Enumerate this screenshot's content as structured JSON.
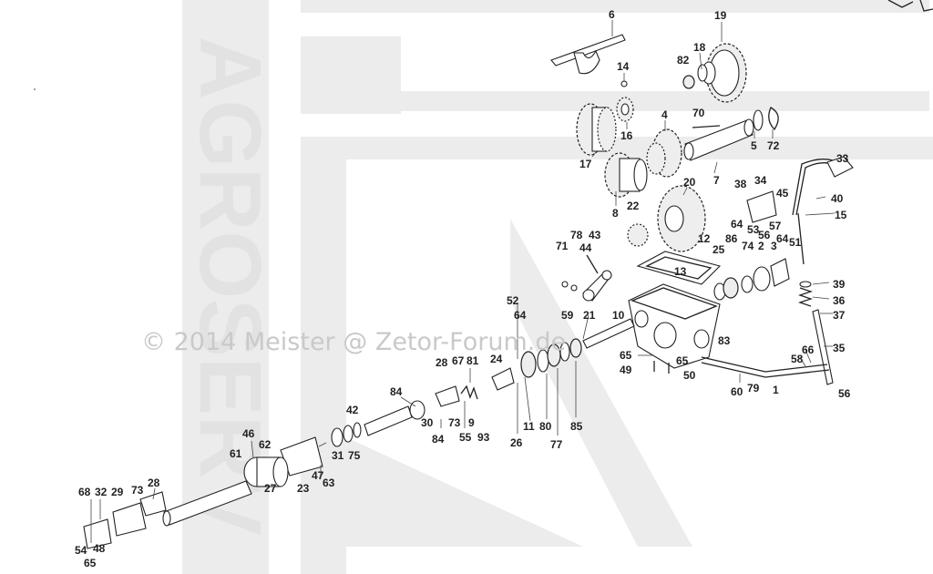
{
  "watermark": {
    "copyright": "© 2014 Meister @ Zetor-Forum.de",
    "vertical_text": "AGROSERV"
  },
  "callouts": [
    {
      "id": "c6",
      "text": "6"
    },
    {
      "id": "c19",
      "text": "19"
    },
    {
      "id": "c18",
      "text": "18"
    },
    {
      "id": "c82",
      "text": "82"
    },
    {
      "id": "c14",
      "text": "14"
    },
    {
      "id": "c16",
      "text": "16"
    },
    {
      "id": "c17",
      "text": "17"
    },
    {
      "id": "c4",
      "text": "4"
    },
    {
      "id": "c70",
      "text": "70"
    },
    {
      "id": "c5",
      "text": "5"
    },
    {
      "id": "c72",
      "text": "72"
    },
    {
      "id": "c7",
      "text": "7"
    },
    {
      "id": "c20",
      "text": "20"
    },
    {
      "id": "c8",
      "text": "8"
    },
    {
      "id": "c22",
      "text": "22"
    },
    {
      "id": "c33",
      "text": "33"
    },
    {
      "id": "c38",
      "text": "38"
    },
    {
      "id": "c34",
      "text": "34"
    },
    {
      "id": "c45",
      "text": "45"
    },
    {
      "id": "c40",
      "text": "40"
    },
    {
      "id": "c15",
      "text": "15"
    },
    {
      "id": "c64a",
      "text": "64"
    },
    {
      "id": "c53",
      "text": "53"
    },
    {
      "id": "c57",
      "text": "57"
    },
    {
      "id": "c56a",
      "text": "56"
    },
    {
      "id": "c86",
      "text": "86"
    },
    {
      "id": "c74",
      "text": "74"
    },
    {
      "id": "c64b",
      "text": "64"
    },
    {
      "id": "c12",
      "text": "12"
    },
    {
      "id": "c25",
      "text": "25"
    },
    {
      "id": "c2",
      "text": "2"
    },
    {
      "id": "c3",
      "text": "3"
    },
    {
      "id": "c51",
      "text": "51"
    },
    {
      "id": "c78",
      "text": "78"
    },
    {
      "id": "c43",
      "text": "43"
    },
    {
      "id": "c71",
      "text": "71"
    },
    {
      "id": "c44",
      "text": "44"
    },
    {
      "id": "c13",
      "text": "13"
    },
    {
      "id": "c39",
      "text": "39"
    },
    {
      "id": "c36",
      "text": "36"
    },
    {
      "id": "c37",
      "text": "37"
    },
    {
      "id": "c52",
      "text": "52"
    },
    {
      "id": "c64c",
      "text": "64"
    },
    {
      "id": "c59",
      "text": "59"
    },
    {
      "id": "c21",
      "text": "21"
    },
    {
      "id": "c10",
      "text": "10"
    },
    {
      "id": "c83",
      "text": "83"
    },
    {
      "id": "c35",
      "text": "35"
    },
    {
      "id": "c65a",
      "text": "65"
    },
    {
      "id": "c65b",
      "text": "65"
    },
    {
      "id": "c49",
      "text": "49"
    },
    {
      "id": "c50",
      "text": "50"
    },
    {
      "id": "c58",
      "text": "58"
    },
    {
      "id": "c66",
      "text": "66"
    },
    {
      "id": "c60",
      "text": "60"
    },
    {
      "id": "c79",
      "text": "79"
    },
    {
      "id": "c1",
      "text": "1"
    },
    {
      "id": "c56b",
      "text": "56"
    },
    {
      "id": "c28a",
      "text": "28"
    },
    {
      "id": "c67",
      "text": "67"
    },
    {
      "id": "c81",
      "text": "81"
    },
    {
      "id": "c24",
      "text": "24"
    },
    {
      "id": "c84a",
      "text": "84"
    },
    {
      "id": "c30",
      "text": "30"
    },
    {
      "id": "c73a",
      "text": "73"
    },
    {
      "id": "c9",
      "text": "9"
    },
    {
      "id": "c84b",
      "text": "84"
    },
    {
      "id": "c55",
      "text": "55"
    },
    {
      "id": "c93",
      "text": "93"
    },
    {
      "id": "c11",
      "text": "11"
    },
    {
      "id": "c80",
      "text": "80"
    },
    {
      "id": "c85",
      "text": "85"
    },
    {
      "id": "c26",
      "text": "26"
    },
    {
      "id": "c77",
      "text": "77"
    },
    {
      "id": "c42",
      "text": "42"
    },
    {
      "id": "c46",
      "text": "46"
    },
    {
      "id": "c61",
      "text": "61"
    },
    {
      "id": "c62",
      "text": "62"
    },
    {
      "id": "c31",
      "text": "31"
    },
    {
      "id": "c75",
      "text": "75"
    },
    {
      "id": "c27",
      "text": "27"
    },
    {
      "id": "c23",
      "text": "23"
    },
    {
      "id": "c47",
      "text": "47"
    },
    {
      "id": "c63",
      "text": "63"
    },
    {
      "id": "c68",
      "text": "68"
    },
    {
      "id": "c32",
      "text": "32"
    },
    {
      "id": "c29",
      "text": "29"
    },
    {
      "id": "c73b",
      "text": "73"
    },
    {
      "id": "c28b",
      "text": "28"
    },
    {
      "id": "c54",
      "text": "54"
    },
    {
      "id": "c48",
      "text": "48"
    },
    {
      "id": "c65c",
      "text": "65"
    }
  ]
}
